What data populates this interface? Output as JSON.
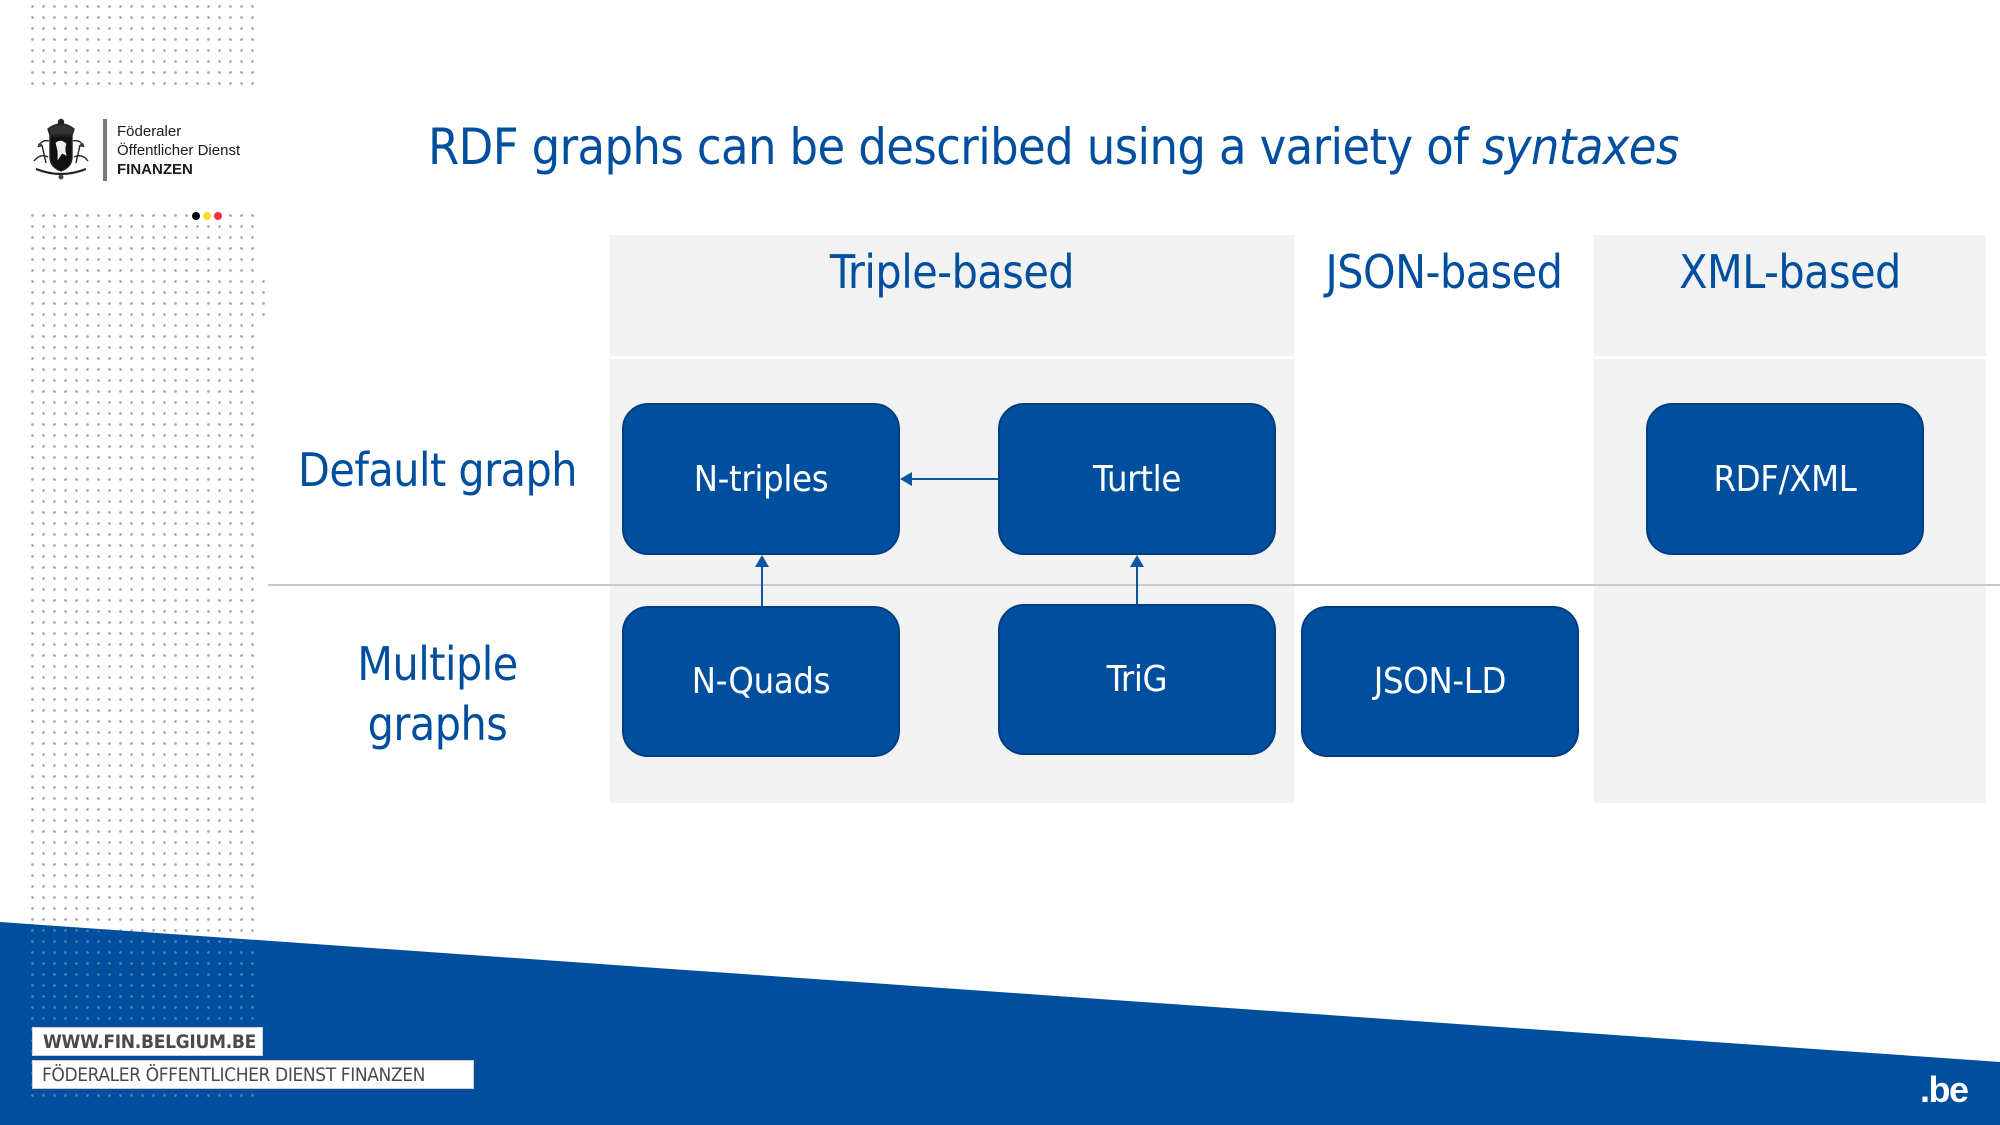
{
  "branding": {
    "logo_lines": [
      "Föderaler",
      "Öffentlicher Dienst",
      "FINANZEN"
    ],
    "crest_icon": "belgian-coat-of-arms-icon",
    "tricolor": [
      "#000000",
      "#fdda24",
      "#ef3340"
    ],
    "footer_url": "WWW.FIN.BELGIUM.BE",
    "footer_org": "FÖDERALER ÖFFENTLICHER DIENST FINANZEN",
    "be_logo": ".be"
  },
  "colors": {
    "primary_blue": "#004f9f",
    "cell_gray": "#f2f2f2",
    "divider_gray": "#c8c8c8"
  },
  "slide": {
    "title_main": "RDF graphs can be described using a variety of ",
    "title_emphasis": "syntaxes"
  },
  "diagram": {
    "columns": [
      {
        "label": "Triple-based"
      },
      {
        "label": "JSON-based"
      },
      {
        "label": "XML-based"
      }
    ],
    "rows": [
      {
        "label": "Default graph"
      },
      {
        "label_line1": "Multiple",
        "label_line2": "graphs"
      }
    ],
    "nodes": {
      "ntriples": "N-triples",
      "turtle": "Turtle",
      "rdfxml": "RDF/XML",
      "nquads": "N-Quads",
      "trig": "TriG",
      "jsonld": "JSON-LD"
    },
    "edges": [
      {
        "from": "Turtle",
        "to": "N-triples"
      },
      {
        "from": "N-Quads",
        "to": "N-triples"
      },
      {
        "from": "TriG",
        "to": "Turtle"
      }
    ]
  }
}
